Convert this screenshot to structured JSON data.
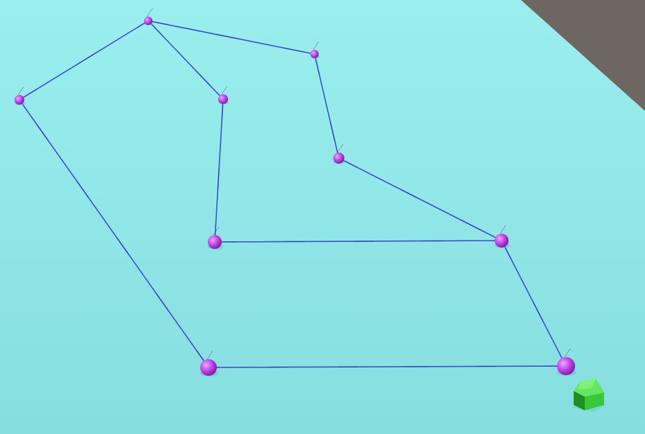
{
  "scene": {
    "ground_color": "#9aeeee",
    "ground_shadow_color": "#87dede",
    "backdrop_color": "#6e6660",
    "edge_color": "#3a4fd0",
    "node_color": "#c040e8",
    "node_highlight": "#f3a6ff",
    "node_shadow": "#7a1aa0",
    "agent_color": "#36c93a",
    "agent_top_color": "#63e85c",
    "agent_dark_color": "#1f8f22"
  },
  "graph": {
    "nodes": [
      {
        "id": "n0",
        "label": "",
        "icon": "waypoint-sphere"
      },
      {
        "id": "n1",
        "label": "",
        "icon": "waypoint-sphere"
      },
      {
        "id": "n2",
        "label": "",
        "icon": "waypoint-sphere"
      },
      {
        "id": "n3",
        "label": "",
        "icon": "waypoint-sphere"
      },
      {
        "id": "n4",
        "label": "",
        "icon": "waypoint-sphere"
      },
      {
        "id": "n5",
        "label": "",
        "icon": "waypoint-sphere"
      },
      {
        "id": "n6",
        "label": "",
        "icon": "waypoint-sphere"
      },
      {
        "id": "n7",
        "label": "",
        "icon": "waypoint-sphere"
      },
      {
        "id": "n8",
        "label": "",
        "icon": "waypoint-sphere"
      },
      {
        "id": "n9",
        "label": "",
        "icon": "waypoint-sphere"
      }
    ],
    "edges": [
      [
        "n0",
        "n1"
      ],
      [
        "n1",
        "n2"
      ],
      [
        "n1",
        "n3"
      ],
      [
        "n3",
        "n4"
      ],
      [
        "n4",
        "n5"
      ],
      [
        "n5",
        "n6"
      ],
      [
        "n6",
        "n7"
      ],
      [
        "n7",
        "n8"
      ],
      [
        "n8",
        "n9"
      ],
      [
        "n9",
        "n0"
      ],
      [
        "n2",
        "n6"
      ]
    ]
  },
  "agent": {
    "icon": "house-agent-icon"
  }
}
